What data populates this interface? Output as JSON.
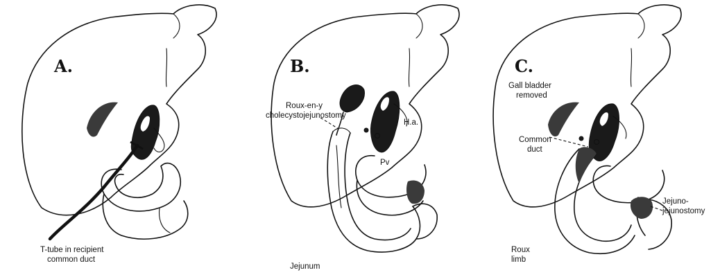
{
  "panels": [
    {
      "letter": "A.",
      "labels": [
        "T-tube in recipient",
        "common duct"
      ]
    },
    {
      "letter": "B.",
      "labels": [
        "Roux-en-y",
        "cholecystojejunostomy",
        "H.a.",
        "Pv",
        "Jejunum"
      ]
    },
    {
      "letter": "C.",
      "labels": [
        "Gall bladder",
        "removed",
        "Common",
        "duct",
        "Jejuno-",
        "jejunostomy",
        "Roux",
        "limb"
      ]
    }
  ]
}
